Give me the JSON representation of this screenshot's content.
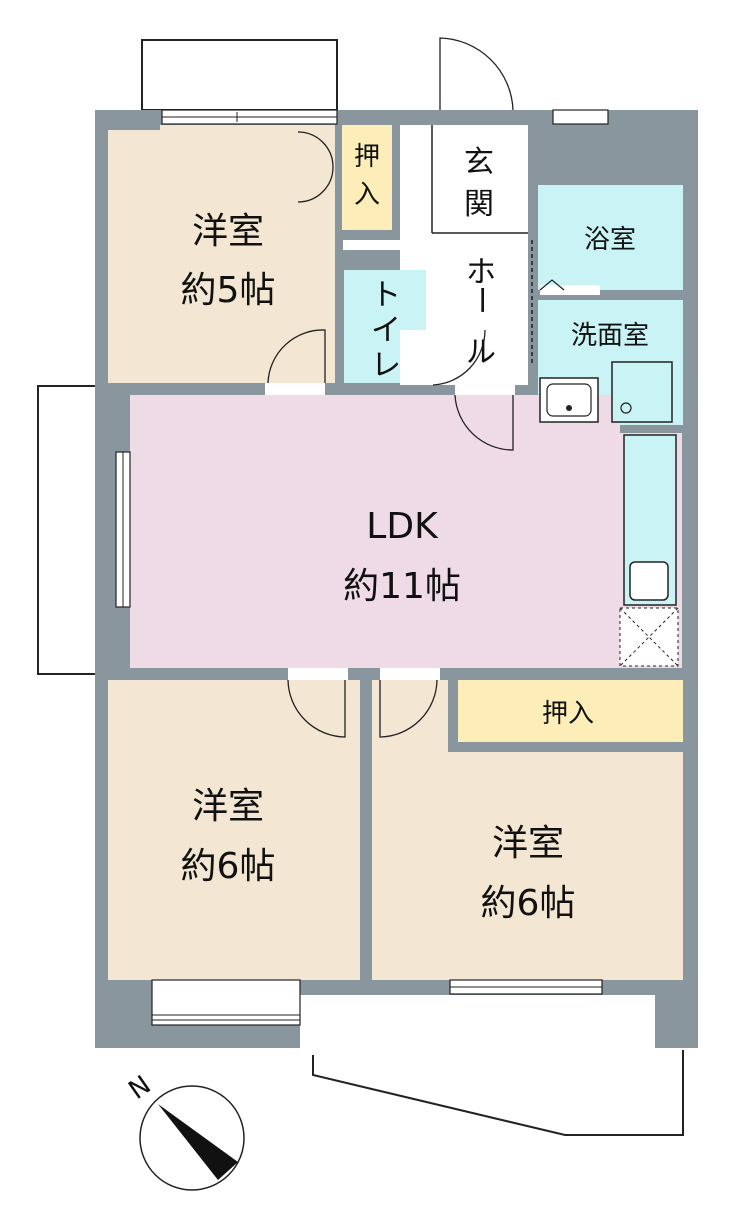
{
  "colors": {
    "wall": "#8a969d",
    "western_room": "#f3e6d2",
    "ldk": "#efdbe6",
    "closet": "#fdeeb9",
    "wet_area": "#c9f3f5",
    "entrance": "#ffffff",
    "outline": "#222222"
  },
  "rooms": {
    "western_nw": {
      "name": "洋室",
      "size": "約5帖"
    },
    "closet_nw": {
      "c1": "押",
      "c2": "入"
    },
    "genkan": {
      "c1": "玄",
      "c2": "関"
    },
    "hall": {
      "c1": "ホ",
      "c2": "ー",
      "c3": "ル"
    },
    "toilet": {
      "c1": "ト",
      "c2": "イ",
      "c3": "レ"
    },
    "bath": {
      "name": "浴室"
    },
    "washroom": {
      "name": "洗面室"
    },
    "ldk": {
      "name": "LDK",
      "size": "約11帖"
    },
    "closet_s": {
      "name": "押入"
    },
    "western_sw": {
      "name": "洋室",
      "size": "約6帖"
    },
    "western_se": {
      "name": "洋室",
      "size": "約6帖"
    }
  },
  "compass": {
    "north_label": "N",
    "icon": "north-arrow-icon"
  }
}
